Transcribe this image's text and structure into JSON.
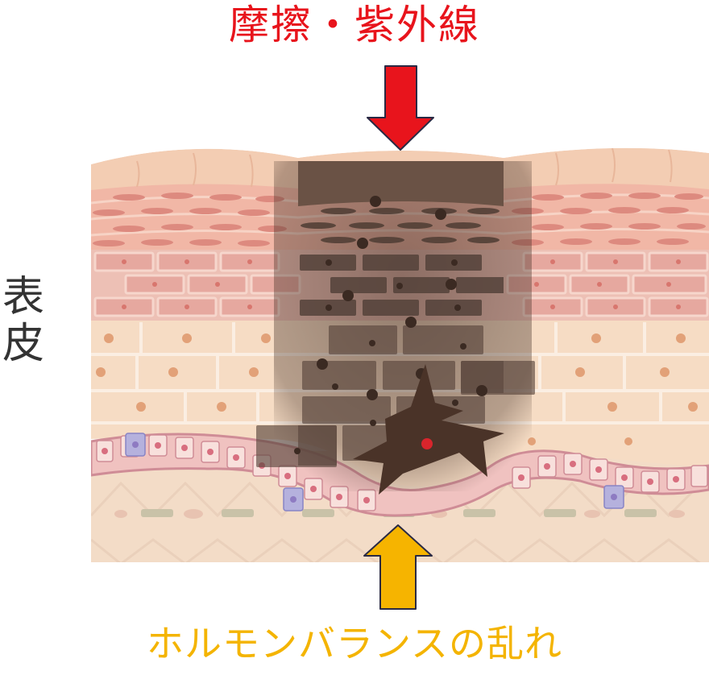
{
  "labels": {
    "top": "摩擦・紫外線",
    "bottom": "ホルモンバランスの乱れ",
    "side_line1": "表",
    "side_line2": "皮"
  },
  "colors": {
    "top_arrow": "#e8141c",
    "bottom_arrow": "#f4b400",
    "skin_surface": "#f3cdb3",
    "horny_layer": "#eaa796",
    "granular_layer": "#edc0b5",
    "spinous_layer": "#f6dcc4",
    "basal_layer": "#f0c2c0",
    "dermis": "#f3dcc7",
    "melanocyte": "#4a3328",
    "melanin_stain": "#3e2b22"
  }
}
